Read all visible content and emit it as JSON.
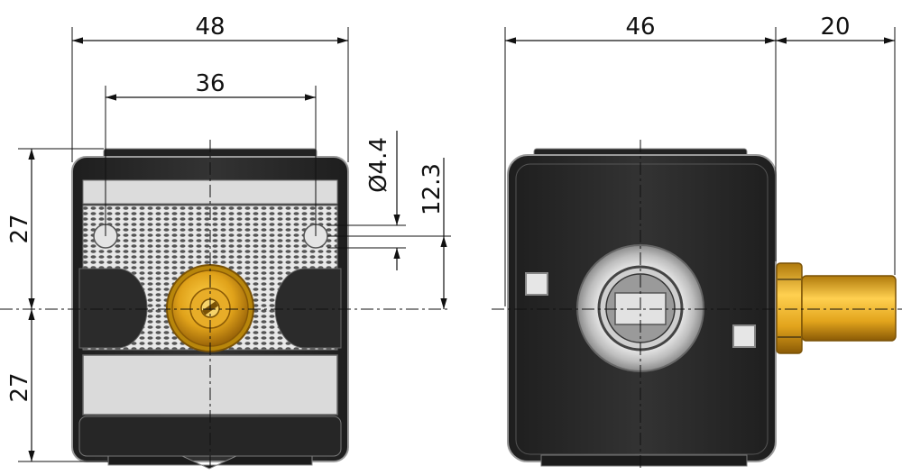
{
  "front_view": {
    "dim_width_overall": "48",
    "dim_hole_spacing": "36",
    "dim_height_upper": "27",
    "dim_height_lower": "27",
    "dim_hole_diameter": "Ø4.4",
    "dim_hole_offset": "12.3"
  },
  "side_view": {
    "dim_body_width": "46",
    "dim_fitting_length": "20"
  },
  "colors": {
    "body": "#2c2c2c",
    "body_edge": "#9a9a9a",
    "plate": "#d8d8d8",
    "brass": "#e0a21a",
    "brass_dark": "#a86e0a"
  }
}
